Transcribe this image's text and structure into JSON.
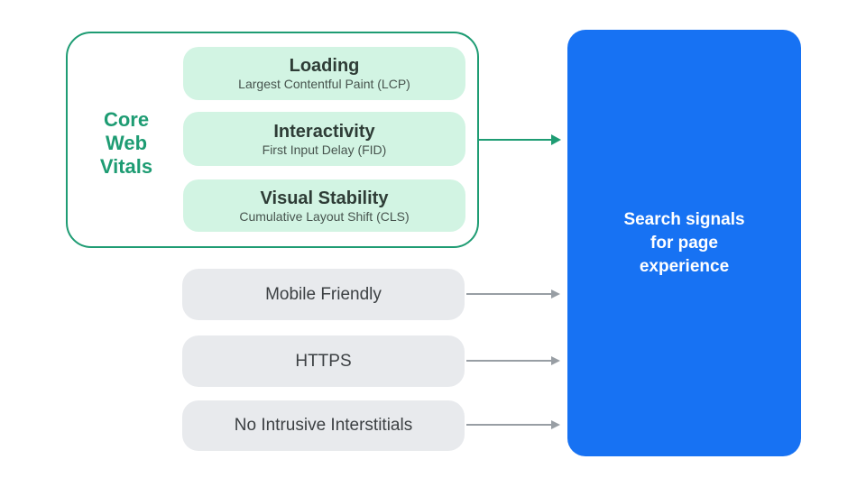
{
  "colors": {
    "green": "#1E9C73",
    "green_light": "#D2F4E3",
    "title_dark": "#2E3C36",
    "subtitle_dark": "#47544E",
    "gray_light": "#E8EAED",
    "gray_text": "#3C4043",
    "arrow_gray": "#989EA4",
    "blue": "#1772F3",
    "white_text": "#FFFFFF"
  },
  "core_web_vitals": {
    "group_label": "Core Web Vitals",
    "items": [
      {
        "title": "Loading",
        "subtitle": "Largest Contentful Paint (LCP)"
      },
      {
        "title": "Interactivity",
        "subtitle": "First Input Delay (FID)"
      },
      {
        "title": "Visual Stability",
        "subtitle": "Cumulative Layout Shift (CLS)"
      }
    ]
  },
  "other_signals": [
    {
      "label": "Mobile Friendly"
    },
    {
      "label": "HTTPS"
    },
    {
      "label": "No Intrusive Interstitials"
    }
  ],
  "result": {
    "label": "Search signals for page experience"
  }
}
